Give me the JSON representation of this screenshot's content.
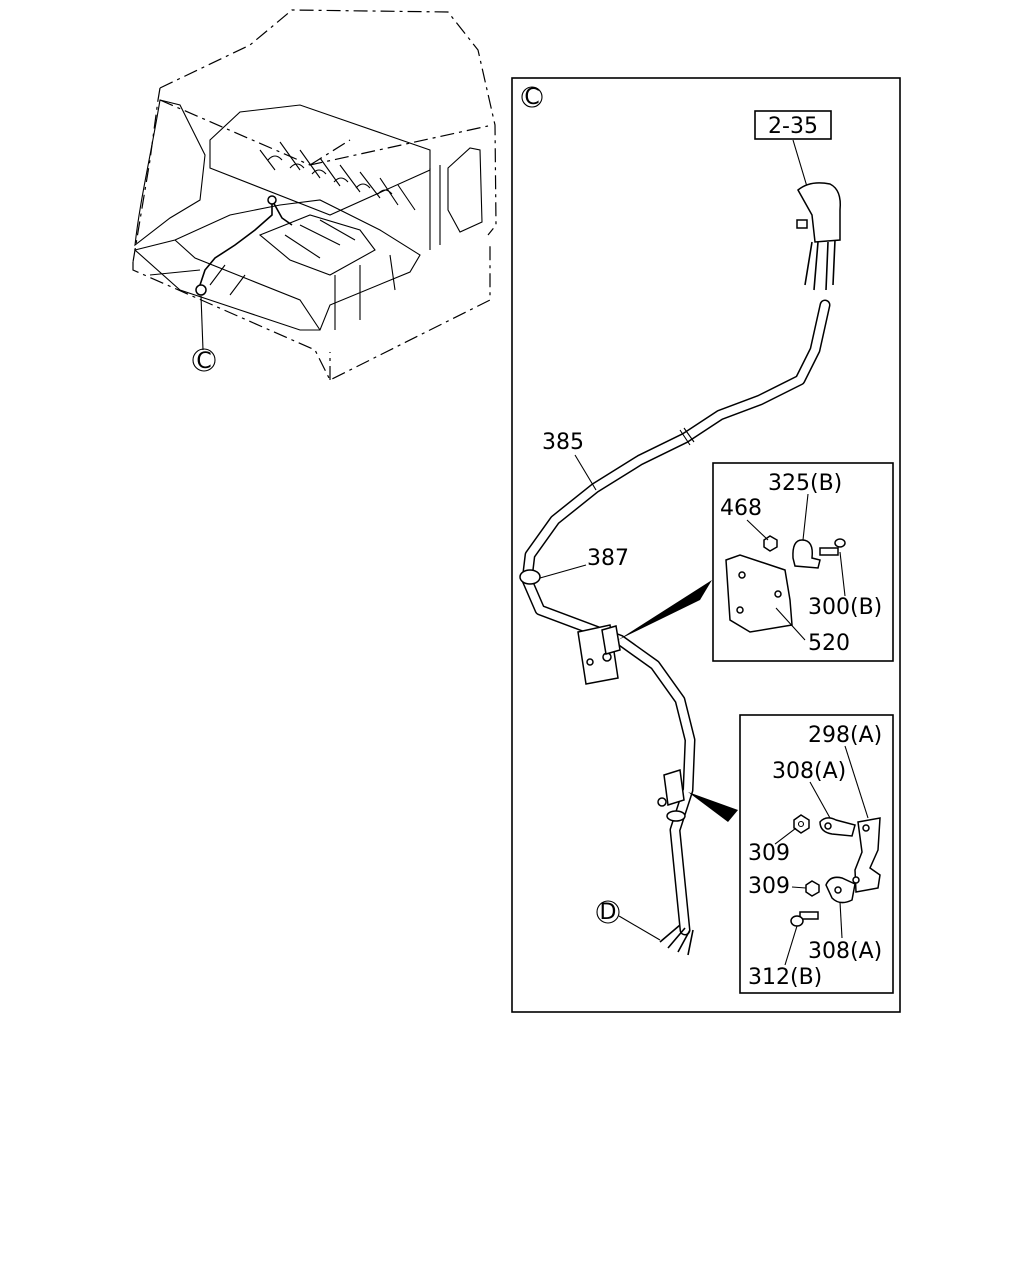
{
  "diagram": {
    "section_marker": "C",
    "connector_marker": "D",
    "reference_box": "2-35",
    "labels": {
      "harness": "385",
      "grommet": "387",
      "bracket_top": "520",
      "nut_top": "468",
      "clip_top": "325(B)",
      "bolt_top": "300(B)",
      "bracket_bottom": "298(A)",
      "clip_bottom_1": "308(A)",
      "nut_bottom_1": "309",
      "nut_bottom_2": "309",
      "clip_bottom_2": "308(A)",
      "bolt_bottom": "312(B)"
    }
  }
}
